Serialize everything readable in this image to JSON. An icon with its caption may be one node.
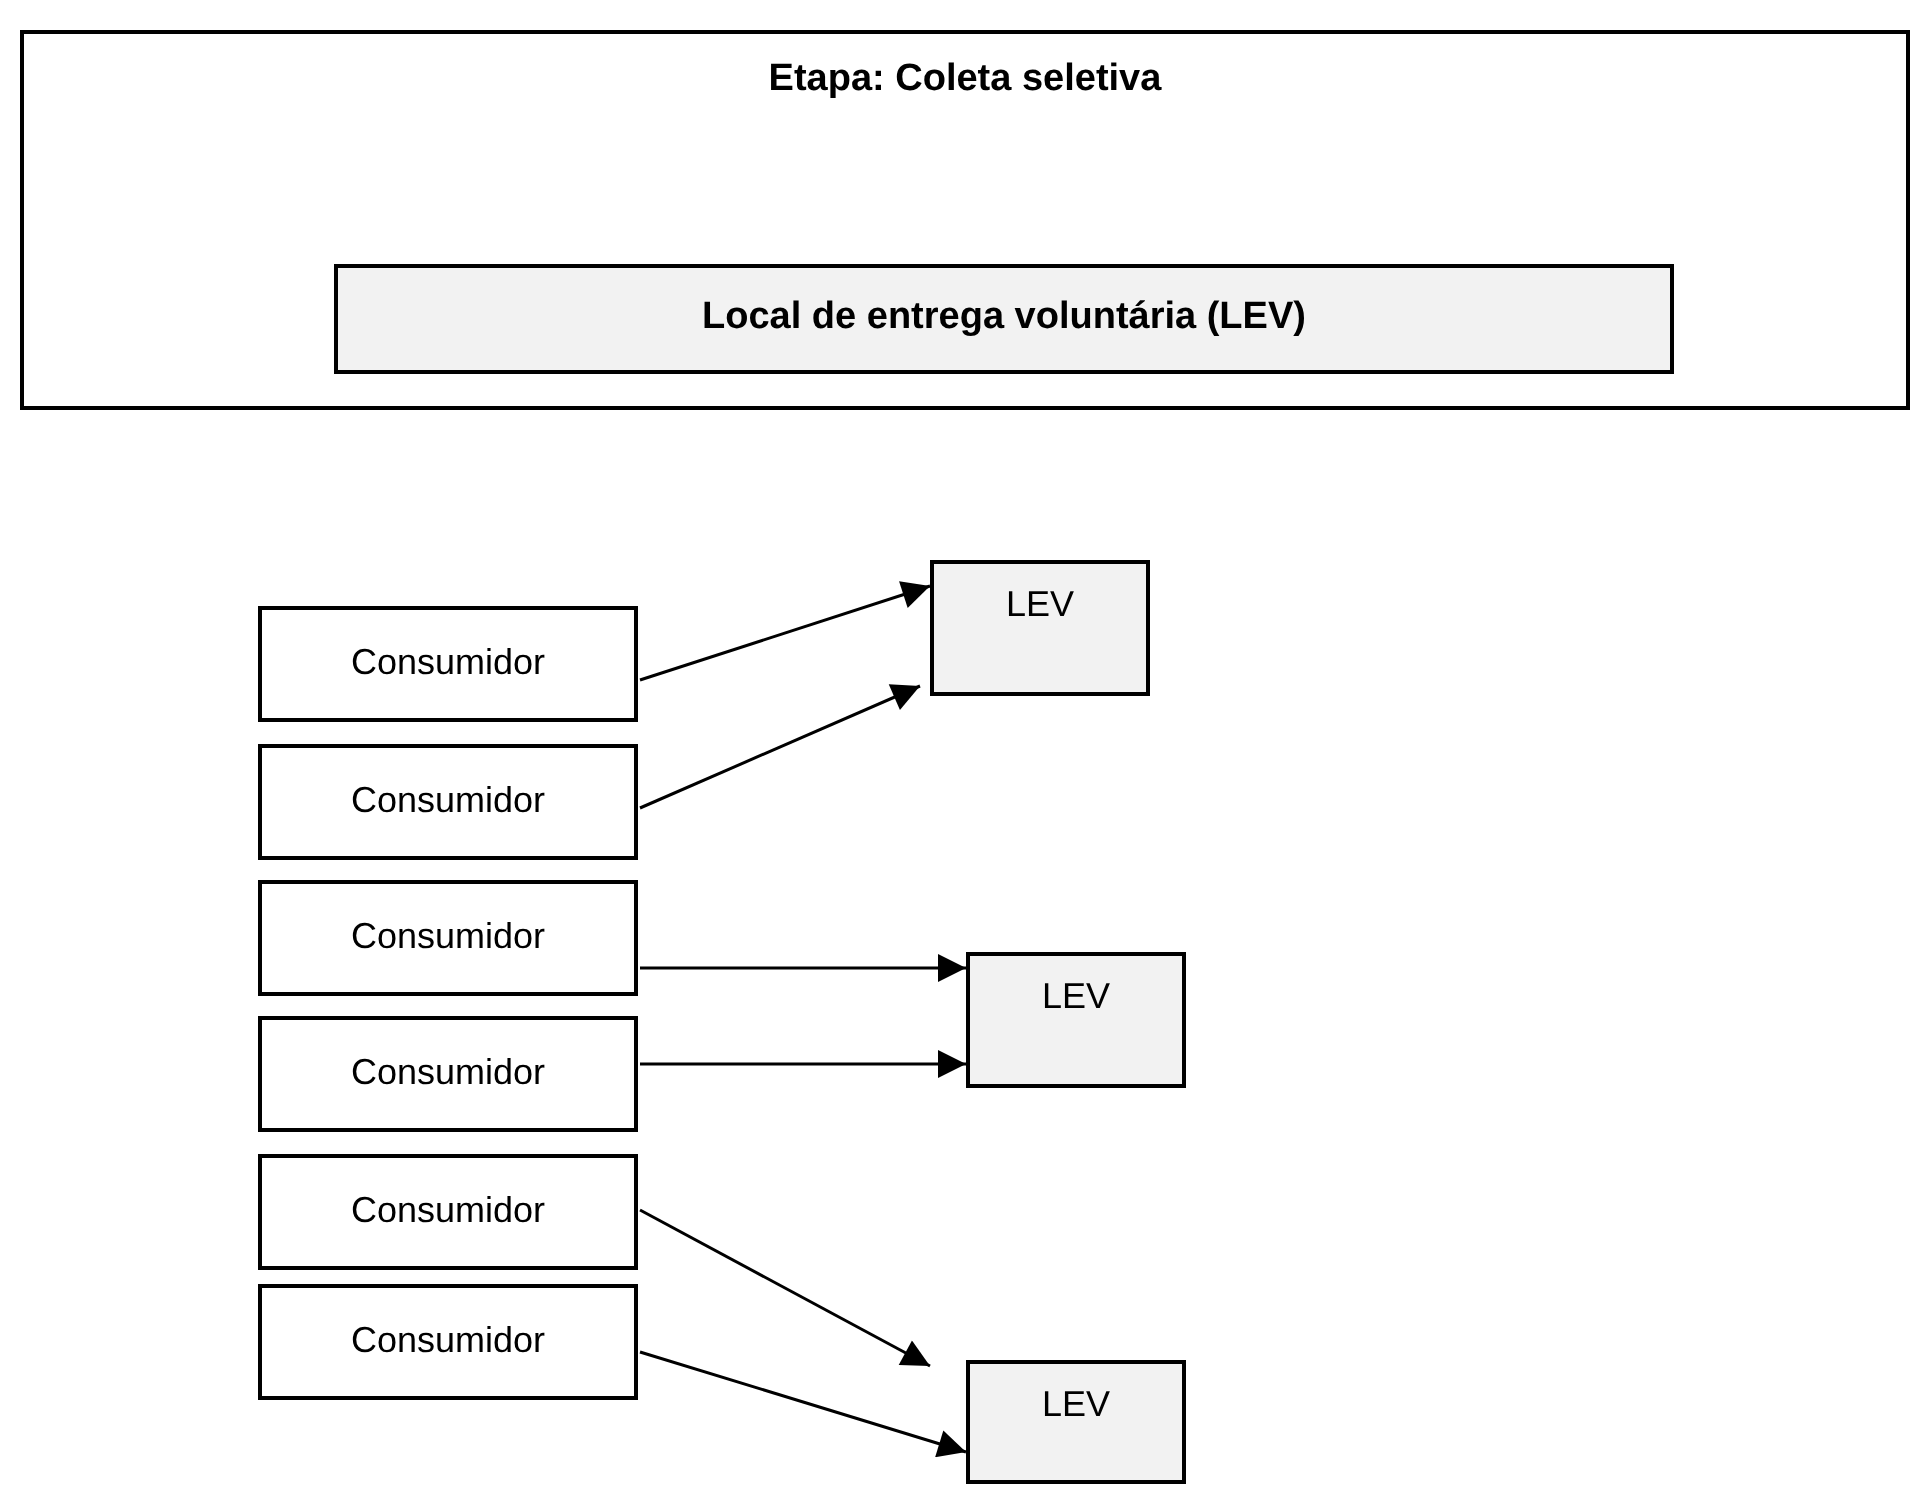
{
  "diagram": {
    "nodes": [
      {
        "text": [
          "Etapa: Coleta seletiva"
        ]
      },
      {
        "text": [
          "Local de entrega voluntária (LEV)"
        ],
        "in": 0
      },
      {
        "text": [
          "LEV"
        ]
      },
      {
        "text": [
          "Consumidor"
        ]
      },
      {
        "text": [
          "Consumidor"
        ]
      },
      {
        "text": [
          "Consumidor"
        ]
      },
      {
        "text": [
          "LEV"
        ]
      },
      {
        "text": [
          "Consumidor"
        ]
      },
      {
        "text": [
          "Consumidor"
        ]
      },
      {
        "text": [
          "Consumidor"
        ]
      },
      {
        "text": [
          "LEV"
        ]
      }
    ],
    "edges": [
      {
        "from": 3,
        "to": 2,
        "arrow": "to"
      },
      {
        "from": 4,
        "to": 2,
        "arrow": "to"
      },
      {
        "from": 5,
        "to": 6,
        "arrow": "to"
      },
      {
        "from": 7,
        "to": 6,
        "arrow": "to"
      },
      {
        "from": 8,
        "to": 10,
        "arrow": "to"
      },
      {
        "from": 9,
        "to": 10,
        "arrow": "to"
      }
    ]
  }
}
